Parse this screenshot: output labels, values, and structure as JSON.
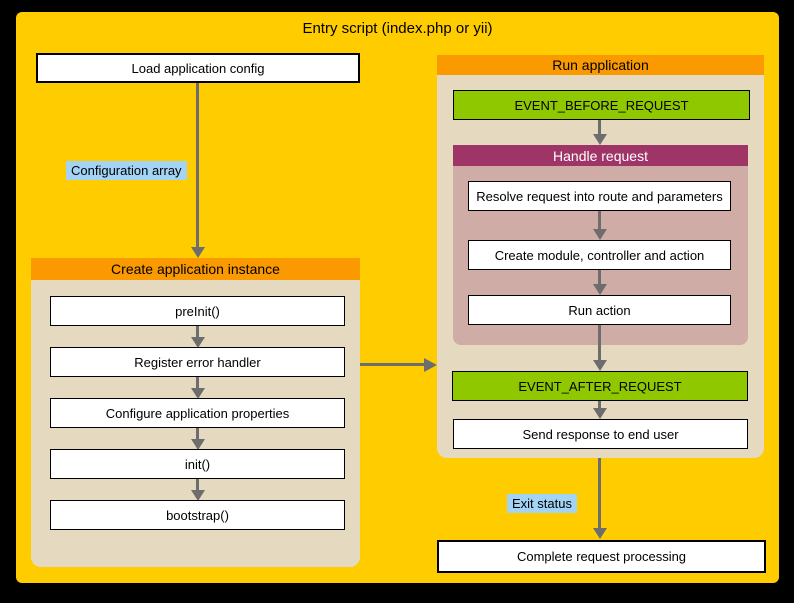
{
  "diagram": {
    "title": "Entry script (index.php or yii)",
    "colors": {
      "page_black": "#000000",
      "canvas_yellow": "#FFCC00",
      "header_orange": "#FB9900",
      "group_tan": "#E5D9C0",
      "event_green": "#90C800",
      "handle_header": "#9E3566",
      "handle_body": "#CFACA5",
      "label_blue": "#A3D3F5",
      "arrow_gray": "#6D6D6D"
    },
    "nodes": {
      "load_config": "Load application config",
      "config_array_label": "Configuration array",
      "create_app": {
        "title": "Create application instance",
        "steps": [
          "preInit()",
          "Register error handler",
          "Configure application properties",
          "init()",
          "bootstrap()"
        ]
      },
      "run_app": {
        "title": "Run application",
        "event_before": "EVENT_BEFORE_REQUEST",
        "handle_request": {
          "title": "Handle request",
          "steps": [
            "Resolve request into route and parameters",
            "Create module, controller and action",
            "Run action"
          ]
        },
        "event_after": "EVENT_AFTER_REQUEST",
        "send_response": "Send response to end user"
      },
      "exit_status_label": "Exit status",
      "complete": "Complete request processing"
    }
  }
}
